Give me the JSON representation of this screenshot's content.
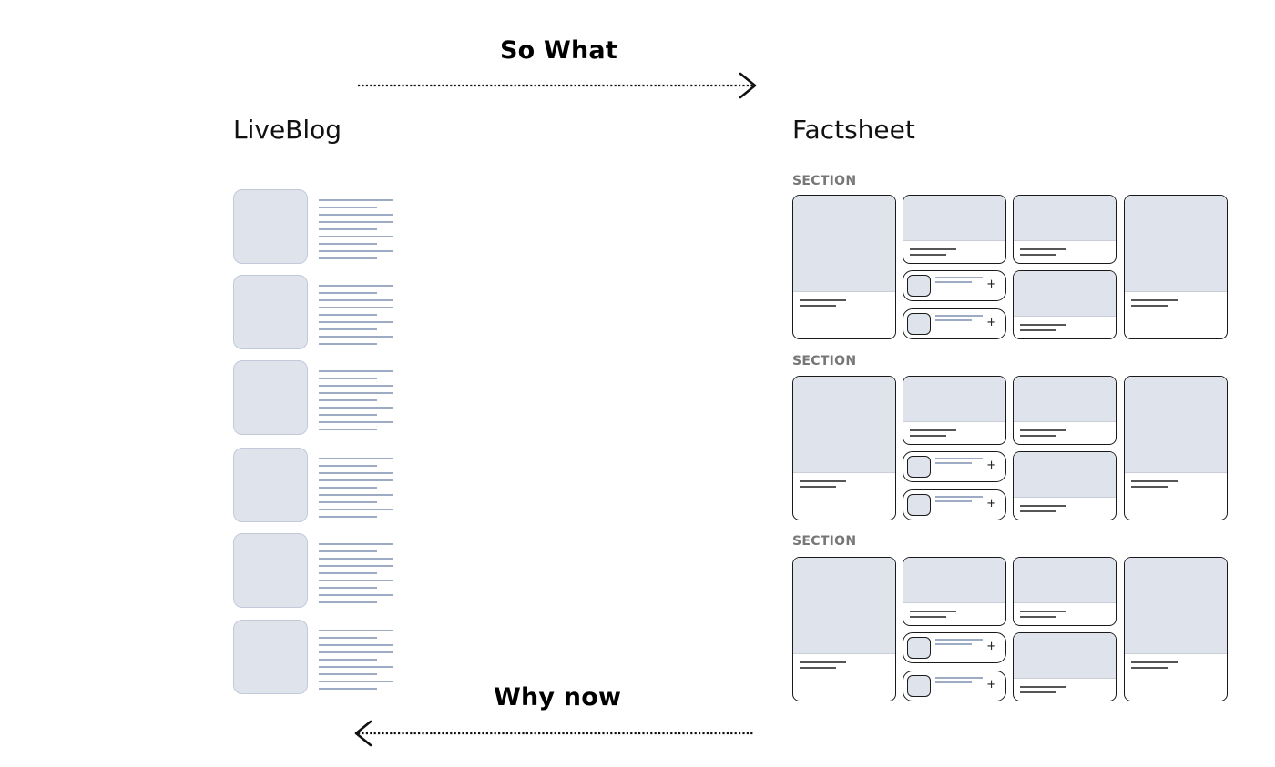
{
  "annotations": {
    "top_label": "So What",
    "bottom_label": "Why now"
  },
  "columns": {
    "left_title": "LiveBlog",
    "right_title": "Factsheet"
  },
  "liveblog": {
    "entry_count": 6
  },
  "factsheet": {
    "sections": [
      {
        "label": "SECTION"
      },
      {
        "label": "SECTION"
      },
      {
        "label": "SECTION"
      }
    ],
    "plus_glyph": "+"
  },
  "colors": {
    "placeholder_fill": "#dfe3ec",
    "text_line": "#9dabc4",
    "outline": "#1a1a1a",
    "section_label": "#777777"
  }
}
